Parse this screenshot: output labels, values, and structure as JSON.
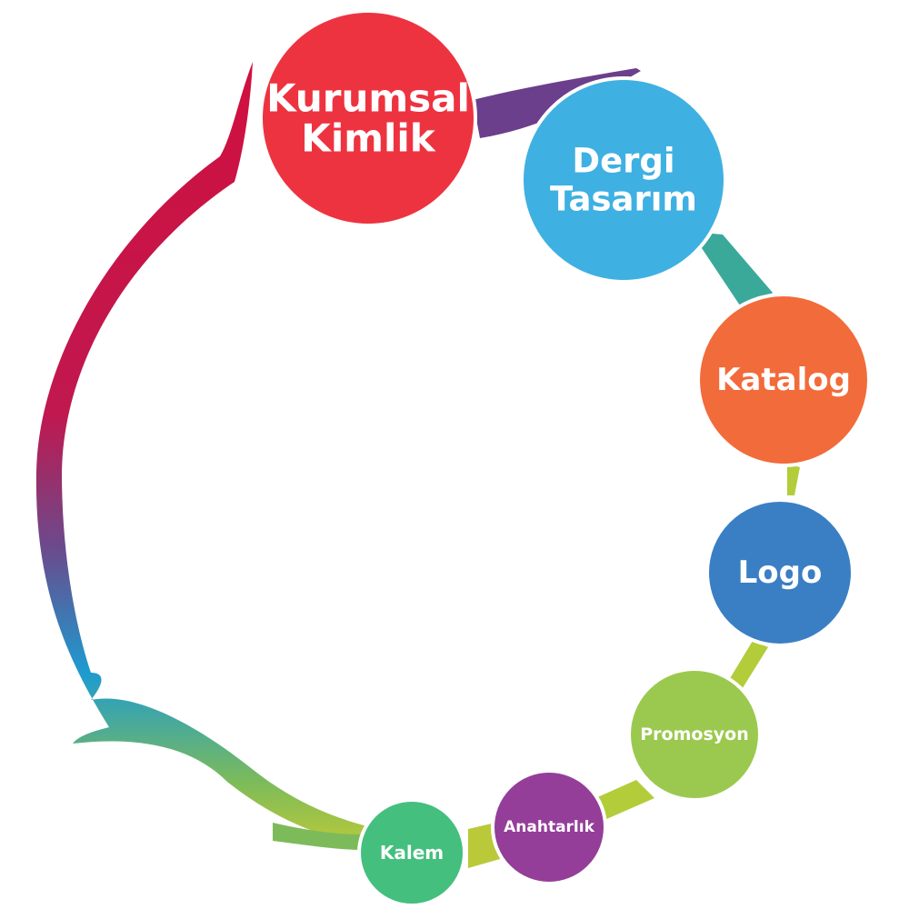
{
  "nodes": [
    {
      "id": "kurumsal-kimlik",
      "lines": [
        "Kurumsal",
        "Kimlik"
      ],
      "color": "#ee3340"
    },
    {
      "id": "dergi-tasarim",
      "lines": [
        "Dergi",
        "Tasarım"
      ],
      "color": "#3fb0e2"
    },
    {
      "id": "katalog",
      "lines": [
        "Katalog"
      ],
      "color": "#f26b3a"
    },
    {
      "id": "logo",
      "lines": [
        "Logo"
      ],
      "color": "#3a7fc4"
    },
    {
      "id": "promosyon",
      "lines": [
        "Promosyon"
      ],
      "color": "#9bc94f"
    },
    {
      "id": "anahtarlik",
      "lines": [
        "Anahtarlık"
      ],
      "color": "#943e99"
    },
    {
      "id": "kalem",
      "lines": [
        "Kalem"
      ],
      "color": "#44bf7e"
    }
  ],
  "colors": {
    "ring_top": "#d0103f",
    "ring_middle": "#a23a72",
    "ring_blue": "#1d9bd0",
    "ring_green": "#7dbb5a",
    "ring_yellow": "#b9c93a",
    "connector_purple": "#6b3f8c",
    "connector_teal": "#3aa99a",
    "connector_lime": "#b3cc3a",
    "background": "#ffffff"
  }
}
